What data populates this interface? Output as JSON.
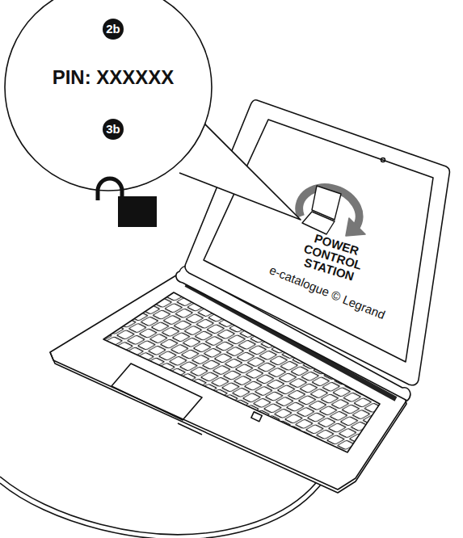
{
  "diagram": {
    "labels": [
      "2b",
      "PIN: XXXXXX",
      "3b",
      "POWER CONTROL STATION",
      "e-catalogue © Legrand"
    ]
  }
}
